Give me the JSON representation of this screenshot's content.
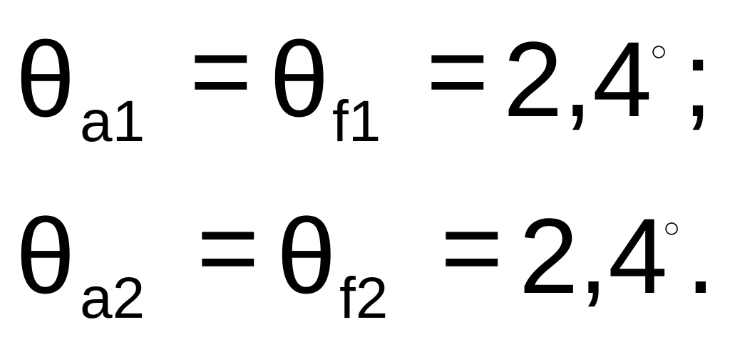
{
  "equations": [
    {
      "lhs_symbol": "θ",
      "lhs_subscript": "a1",
      "eq1": "=",
      "mid_symbol": "θ",
      "mid_subscript": "f1",
      "eq2": "=",
      "value": "2,4",
      "degree": "○",
      "terminator": ";"
    },
    {
      "lhs_symbol": "θ",
      "lhs_subscript": "a2",
      "eq1": "=",
      "mid_symbol": "θ",
      "mid_subscript": "f2",
      "eq2": "=",
      "value": "2,4",
      "degree": "○",
      "terminator": "."
    }
  ]
}
